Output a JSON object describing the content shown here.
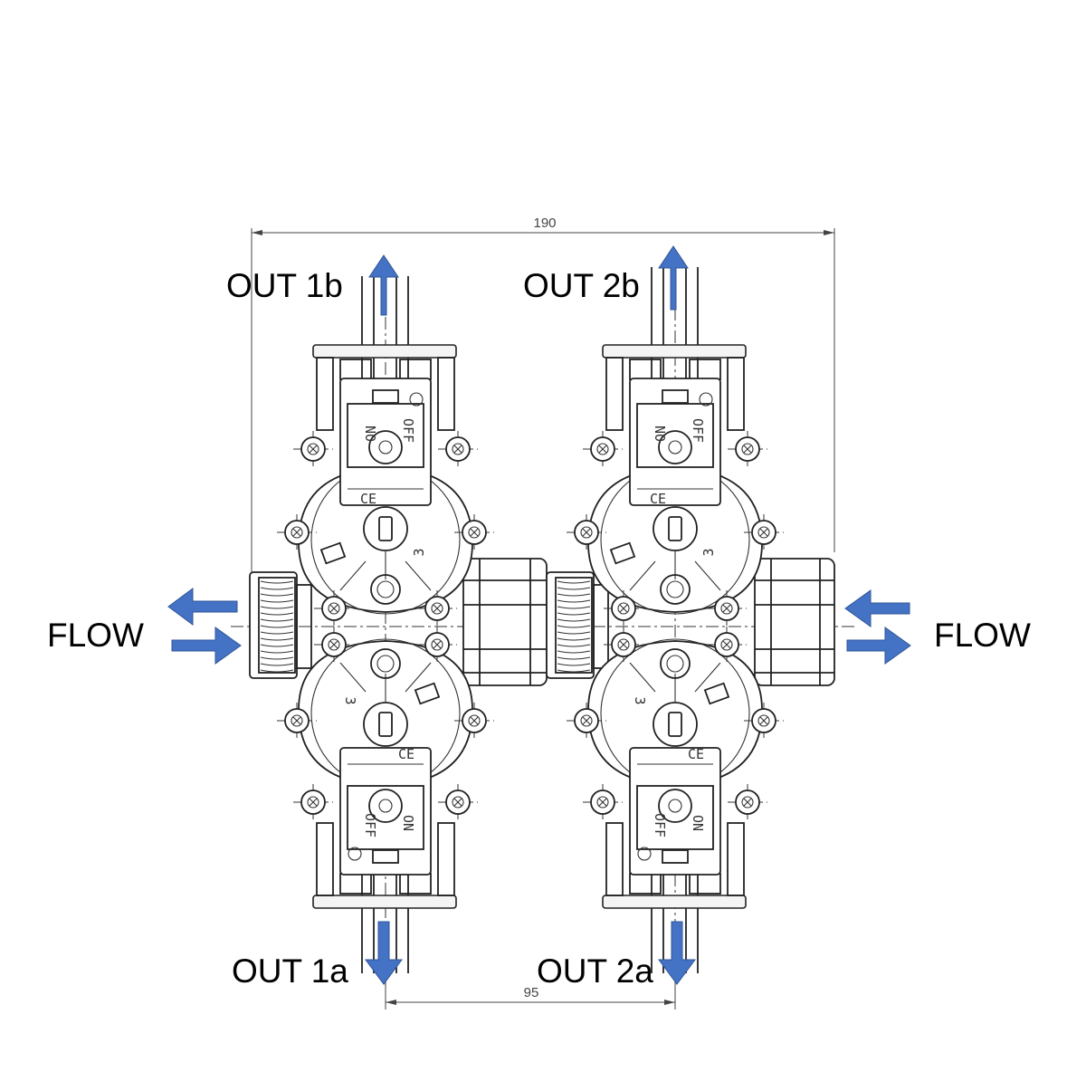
{
  "colors": {
    "arrow": "#4472C4",
    "line": "#222222",
    "background": "#ffffff"
  },
  "dimensions": {
    "overall_width": "190",
    "valve_spacing": "95"
  },
  "labels": {
    "out_1b": "OUT 1b",
    "out_2b": "OUT 2b",
    "out_1a": "OUT 1a",
    "out_2a": "OUT 2a",
    "flow_left": "FLOW",
    "flow_right": "FLOW"
  }
}
